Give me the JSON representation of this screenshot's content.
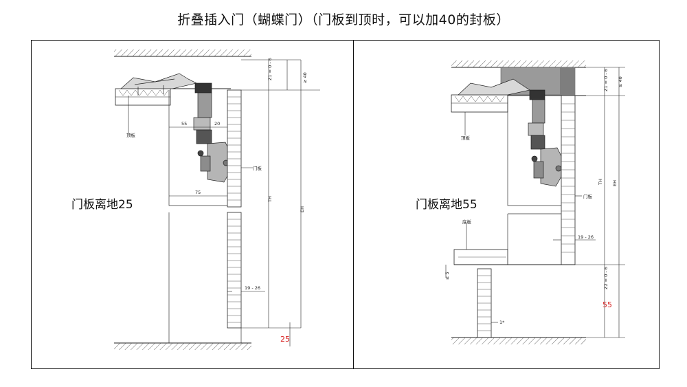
{
  "title": "折叠插入门（蝴蝶门）（门板到顶时，可以加40的封板）",
  "left_panel": {
    "clearance_label": "门板离地25",
    "red_value": "25",
    "labels": {
      "top_board": "顶板",
      "door": "门板"
    },
    "dims": {
      "z1": "Z1 = 0 - 6",
      "ge40": "≥ 40",
      "d55": "55",
      "d20": "20",
      "d75": "75",
      "th": "TH",
      "eh": "EH",
      "gap": "19 - 26"
    }
  },
  "right_panel": {
    "clearance_label": "门板离地55",
    "red_value": "55",
    "labels": {
      "top_board": "顶板",
      "door": "门板",
      "bottom_board": "底板"
    },
    "dims": {
      "z1": "Z1 = 0 - 6",
      "ge40": "≥ 40",
      "th": "TH",
      "eh": "EH",
      "gap": "19 - 26",
      "z2": "Z2 = 0 - 6",
      "ge5": "≥ 5",
      "one": "1*"
    }
  },
  "colors": {
    "line": "#222222",
    "red": "#d81e1e",
    "filler": "#9a9a9a"
  }
}
